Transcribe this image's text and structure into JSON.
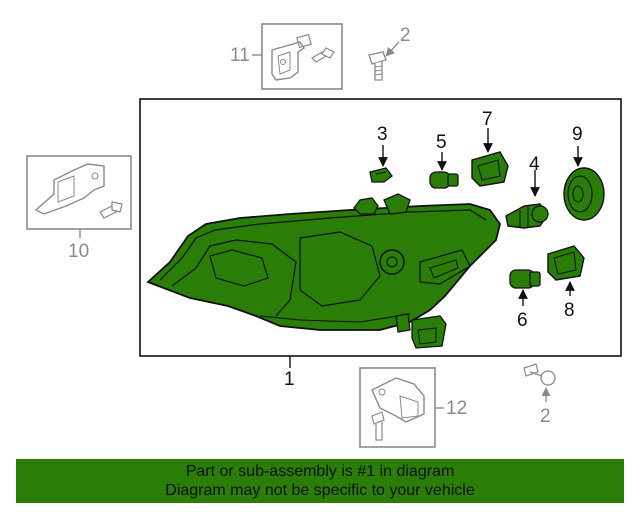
{
  "callouts": {
    "headlight_assembly": "1",
    "screw_top": "2",
    "screw_bottom": "2",
    "clip": "3",
    "bulb_socket_center": "4",
    "bulb_5": "5",
    "bulb_6": "6",
    "socket_7": "7",
    "socket_8": "8",
    "dust_cap": "9",
    "bracket_left": "10",
    "bracket_top": "11",
    "bracket_bottom": "12"
  },
  "notice": {
    "line1": "Part or sub-assembly is #1 in diagram",
    "line2": "Diagram may not be specific to your vehicle"
  },
  "colors": {
    "highlight_green": "#2a7d06",
    "outline": "#111111",
    "inset_grey": "#8a8a8a"
  }
}
